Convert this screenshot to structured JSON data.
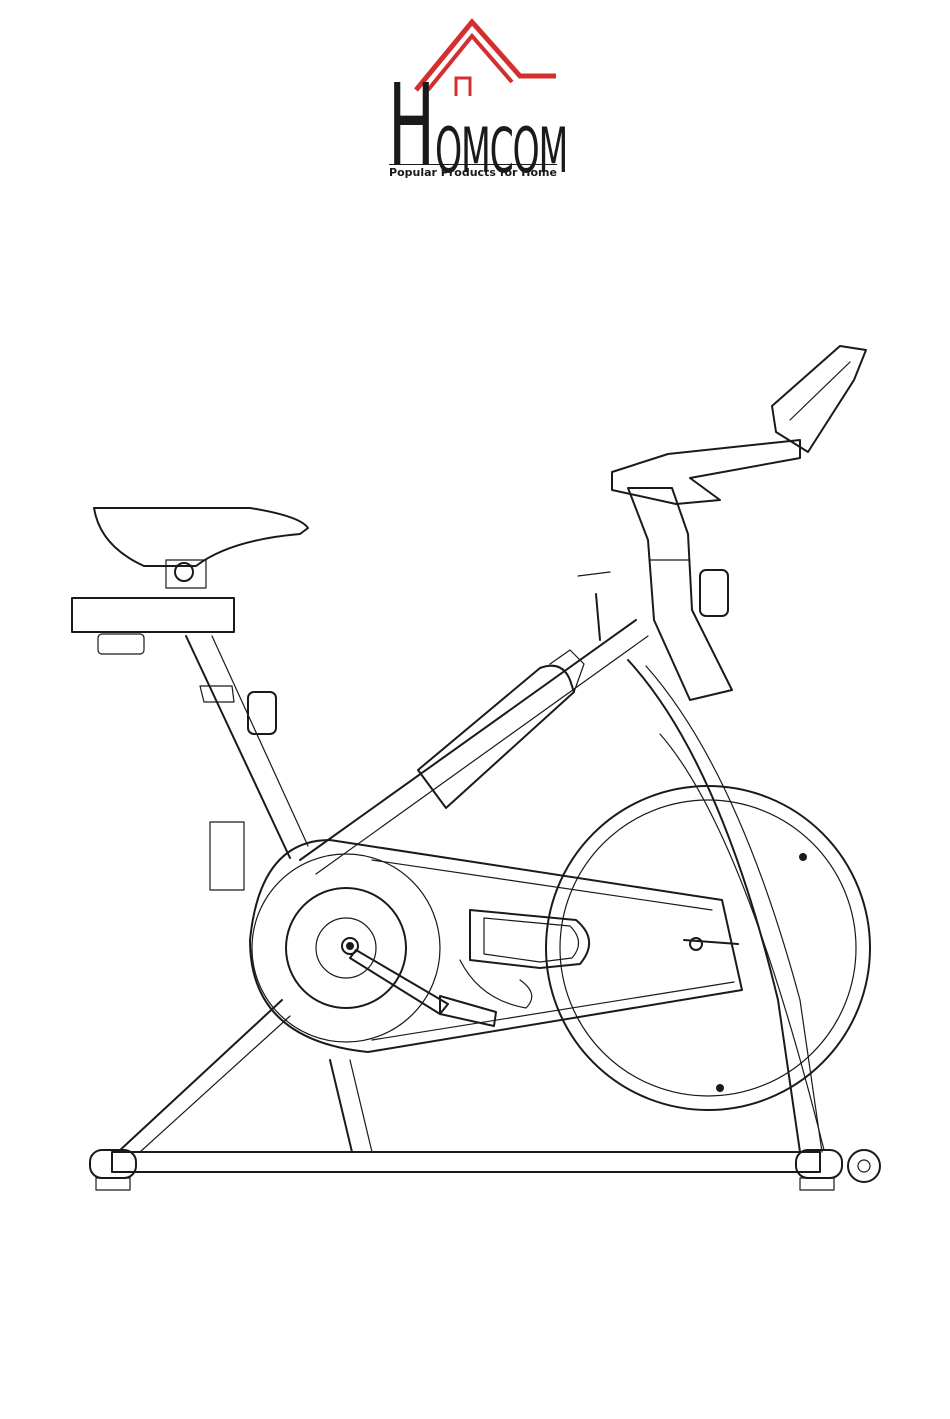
{
  "brand": {
    "name": "HOMCOM",
    "name_initial": "H",
    "name_rest": "OMCOM",
    "tagline": "Popular Products for Home",
    "accent_color": "#d32f2f",
    "text_color": "#1a1a1a"
  },
  "illustration": {
    "icon": "exercise-bike-illustration"
  }
}
